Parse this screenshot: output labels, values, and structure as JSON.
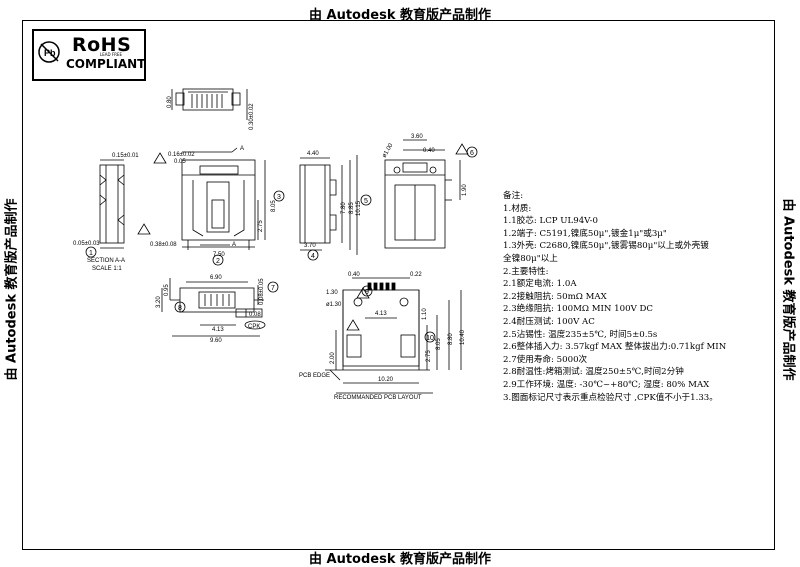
{
  "watermark": "由 Autodesk 教育版产品制作",
  "rohs": {
    "title": "RoHS",
    "subtitle": "COMPLIANT",
    "small": "LEAD FREE"
  },
  "labels": {
    "section": "SECTION A-A",
    "scale": "SCALE 1:1",
    "pcb_edge": "PCB EDGE",
    "pcb_layout": "RECOMMANDED PCB LAYOUT",
    "cpk": "CPK",
    "a": "A"
  },
  "circle_labels": [
    "1",
    "2",
    "3",
    "4",
    "5",
    "6",
    "7",
    "8",
    "9",
    "10"
  ],
  "dimensions": {
    "top_h": "0.80",
    "top_t": "0.30±0.02",
    "sec_w": "0.15±0.01",
    "sec_b1": "0.05±0.03",
    "sec_b2": "0.38±0.08",
    "front_t1": "0.16±0.02",
    "front_t2": "0.05",
    "front_w": "7.50",
    "front_h1": "2.75",
    "front_h2": "8.05",
    "side_w": "4.40",
    "side_h1": "7.80",
    "side_h2": "8.85",
    "side_h3": "10.15",
    "side_b": "3.70",
    "rear_w1": "3.60",
    "rear_w2": "0.40",
    "rear_d": "ø1.00",
    "rear_h": "1.90",
    "bot_w": "6.90",
    "bot_h1": "3.20",
    "bot_h2": "0.95",
    "bot_m": "4.13",
    "bot_w2": "9.60",
    "bot_t": "0.08±0.05",
    "bot_tol": "0.08",
    "pcb_p1": "0.40",
    "pcb_p2": "0.22",
    "pcb_a": "1.30",
    "pcb_d": "ø1.30",
    "pcb_m": "4.13",
    "pcb_h": "2.00",
    "pcb_h2": "1.10",
    "pcb_v1": "2.75",
    "pcb_v2": "8.05",
    "pcb_v3": "8.80",
    "pcb_v4": "10.40",
    "pcb_w": "10.20"
  },
  "notes": [
    "备注:",
    "1.材质:",
    "1.1胶芯: LCP UL94V-0",
    "1.2端子: C5191,镍底50μ\",镀金1μ\"或3μ\"",
    "1.3外壳: C2680,镍底50μ\",镀雾锡80μ\"以上或外壳镀",
    "全镍80μ\"以上",
    "2.主要特性:",
    "2.1额定电流: 1.0A",
    "2.2接触阻抗: 50mΩ MAX",
    "2.3绝缘阻抗: 100MΩ MIN 100V DC",
    "2.4耐压测试: 100V AC",
    "2.5沾锡性: 温度235±5℃, 时间5±0.5s",
    "2.6整体插入力: 3.57kgf MAX 整体拔出力:0.71kgf MIN",
    "2.7使用寿命: 5000次",
    "2.8耐温性:烤箱测试: 温度250±5℃,时间2分钟",
    "2.9工作环境: 温度: -30℃~+80℃; 湿度: 80% MAX",
    "3.图面标记尺寸表示重点检验尺寸 ,CPK值不小于1.33。"
  ]
}
